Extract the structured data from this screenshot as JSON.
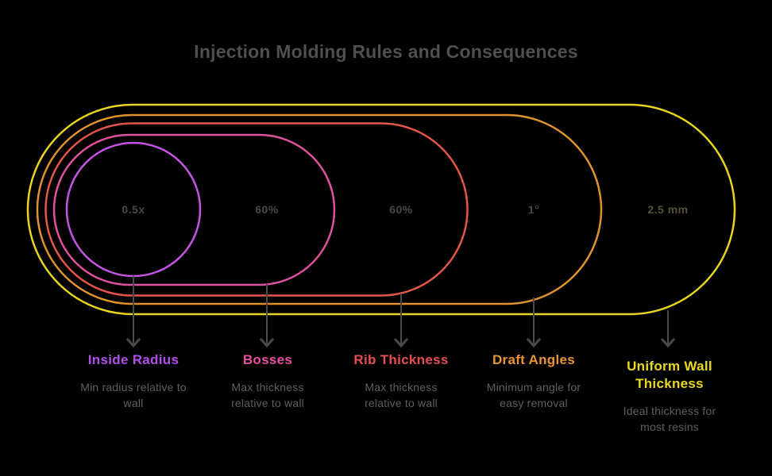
{
  "title": "Injection Molding Rules and Consequences",
  "colors": {
    "background": "#000000",
    "title_text": "#4f4f4f",
    "description_text": "#5f5f5f",
    "value_text": "#484848",
    "arrow": "#4a4a4a"
  },
  "rings": [
    {
      "id": "inside-radius",
      "label": "Inside Radius",
      "value": "0.5x",
      "description": "Min radius relative to wall",
      "color": "#c355e2",
      "label_color": "#b14fe8"
    },
    {
      "id": "bosses",
      "label": "Bosses",
      "value": "60%",
      "description": "Max thickness relative to wall",
      "color": "#e0519e",
      "label_color": "#e8509e"
    },
    {
      "id": "rib-thickness",
      "label": "Rib Thickness",
      "value": "60%",
      "description": "Max thickness relative to wall",
      "color": "#e5564a",
      "label_color": "#e84d52"
    },
    {
      "id": "draft-angles",
      "label": "Draft Angles",
      "value": "1°",
      "description": "Minimum angle for easy removal",
      "color": "#e0922f",
      "label_color": "#ea9434"
    },
    {
      "id": "uniform-wall-thickness",
      "label": "Uniform Wall Thickness",
      "value": "2.5 mm",
      "description": "Ideal thickness for most resins",
      "color": "#e8d522",
      "label_color": "#e8d91f"
    }
  ]
}
